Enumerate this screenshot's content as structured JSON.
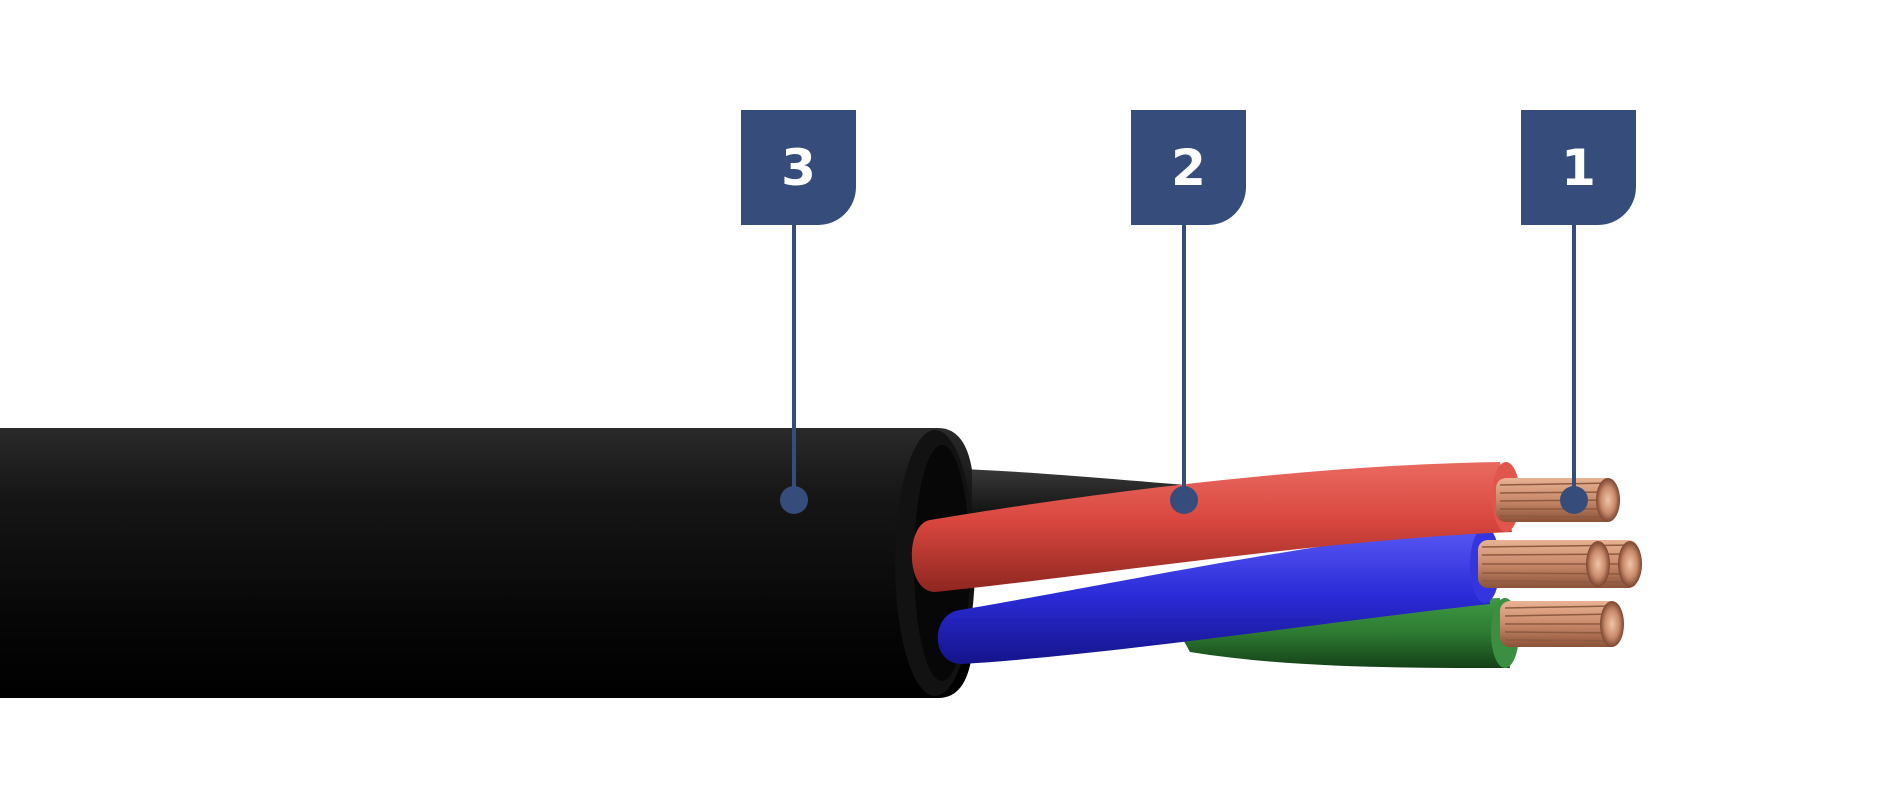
{
  "callouts": [
    {
      "number": "1",
      "refers_to": "copper-conductor"
    },
    {
      "number": "2",
      "refers_to": "core-insulation"
    },
    {
      "number": "3",
      "refers_to": "outer-sheath"
    }
  ],
  "cable": {
    "sheath_color": "#0a0a0a",
    "cores": [
      {
        "name": "red-core",
        "color": "#d9473f"
      },
      {
        "name": "blue-core",
        "color": "#2b2bd8"
      },
      {
        "name": "green-core",
        "color": "#2d7a32"
      },
      {
        "name": "black-core",
        "color": "#1a1a1a"
      }
    ],
    "conductor_color": "#c98a6a"
  },
  "colors": {
    "badge": "#364d7c",
    "badge_text": "#ffffff",
    "background": "#ffffff"
  }
}
